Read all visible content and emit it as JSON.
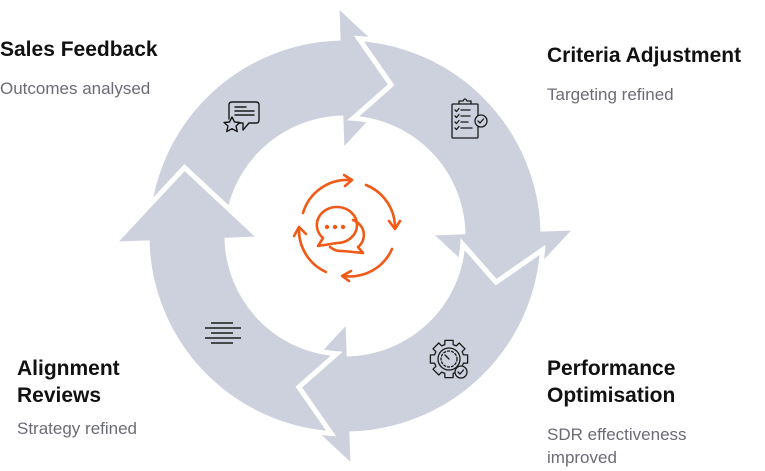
{
  "diagram": {
    "type": "cycle",
    "center_icon": "chat-cycle-icon",
    "colors": {
      "arrow_fill": "#cdd1de",
      "accent": "#f15a16",
      "icon_stroke": "#1a1a1a",
      "title_text": "#111111",
      "subtitle_text": "#6b6b76"
    },
    "stages": [
      {
        "title": "Sales Feedback",
        "subtitle": "Outcomes analysed",
        "icon": "review-star-icon"
      },
      {
        "title": "Criteria Adjustment",
        "subtitle": "Targeting refined",
        "icon": "clipboard-checklist-icon"
      },
      {
        "title": "Performance Optimisation",
        "title_lines": [
          "Performance",
          "Optimisation"
        ],
        "subtitle": "SDR effectiveness improved",
        "subtitle_lines": [
          "SDR effectiveness",
          "improved"
        ],
        "icon": "gear-gauge-icon"
      },
      {
        "title": "Alignment Reviews",
        "title_lines": [
          "Alignment",
          "Reviews"
        ],
        "subtitle": "Strategy refined",
        "icon": "align-center-icon"
      }
    ]
  }
}
